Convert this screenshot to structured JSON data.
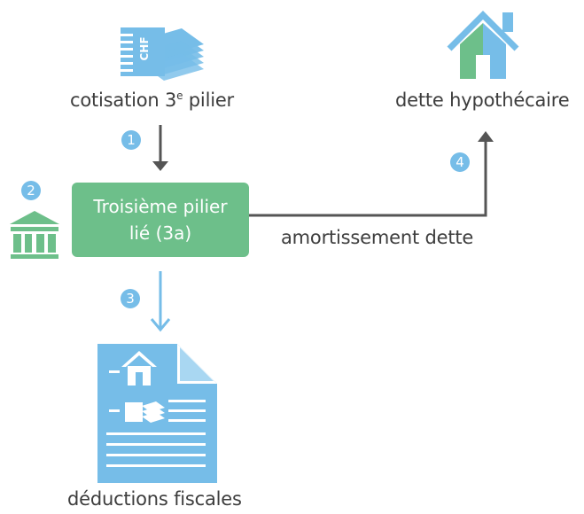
{
  "diagram": {
    "top_left_label": "cotisation 3",
    "top_left_sup": "e",
    "top_left_suffix": " pilier",
    "top_right_label": "dette hypothécaire",
    "main_box_line1": "Troisième pilier",
    "main_box_line2": "lié (3a)",
    "arrow_right_label": "amortissement dette",
    "bottom_label": "déductions fiscales",
    "money_text": "CHF",
    "steps": [
      "1",
      "2",
      "3",
      "4"
    ]
  },
  "colors": {
    "accent_blue": "#76bde8",
    "accent_green": "#6dbf8a",
    "arrow_dark": "#555555",
    "text": "#3d3d3d"
  },
  "icons": {
    "money": "money-stack-icon",
    "house": "house-icon",
    "bank": "bank-icon",
    "document": "tax-document-icon"
  }
}
